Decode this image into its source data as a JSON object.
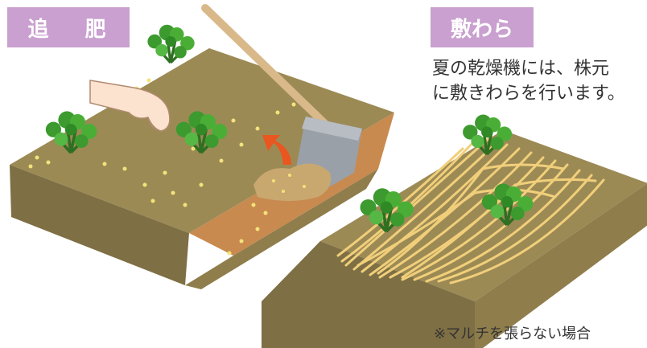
{
  "left_panel": {
    "label": "追 肥"
  },
  "right_panel": {
    "label": "敷わら",
    "description": "夏の乾燥機には、株元\nに敷きわらを行います。",
    "note": "※マルチを張らない場合"
  },
  "colors": {
    "label_bg": "#c9a0cf",
    "soil_top": "#9c8a55",
    "soil_side": "#7e6f44",
    "furrow": "#c88a4f",
    "straw": "#f1cf7a",
    "parsley": "#3c9a2e",
    "fertilizer": "#f2e37a",
    "arrow": "#e9561f",
    "shovel_blade": "#9aa0a8",
    "handle": "#d9b98a"
  },
  "icons": [
    "hand-icon",
    "shovel-icon",
    "arrow-icon",
    "parsley-icon"
  ]
}
